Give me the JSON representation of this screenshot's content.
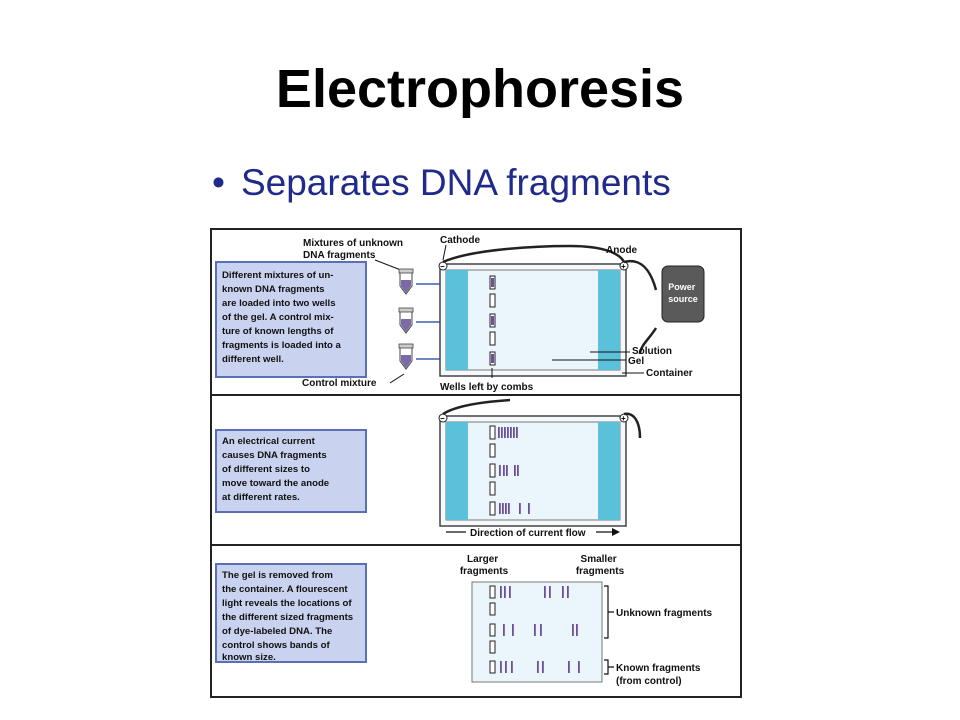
{
  "slide": {
    "title": "Electrophoresis",
    "bullet": "Separates DNA fragments"
  },
  "panel1": {
    "caption": [
      "Different mixtures of un-",
      "known DNA fragments",
      "are loaded into two wells",
      "of the gel. A control mix-",
      "ture of known lengths of",
      "fragments is loaded into a",
      "different well."
    ],
    "label_mixtures": [
      "Mixtures of unknown",
      "DNA fragments"
    ],
    "label_cathode": "Cathode",
    "label_anode": "Anode",
    "label_power": [
      "Power",
      "source"
    ],
    "label_solution": "Solution",
    "label_gel": "Gel",
    "label_container": "Container",
    "label_control": "Control mixture",
    "label_wells": "Wells left by combs",
    "minus": "−",
    "plus": "+"
  },
  "panel2": {
    "caption": [
      "An electrical current",
      "causes DNA fragments",
      "of different sizes to",
      "move toward the anode",
      "at different rates."
    ],
    "label_direction": "Direction of current flow"
  },
  "panel3": {
    "caption": [
      "The gel is removed from",
      "the container. A flourescent",
      "light reveals the locations of",
      "the different sized fragments",
      "of dye-labeled DNA. The",
      "control shows bands of",
      "known size."
    ],
    "label_larger": [
      "Larger",
      "fragments"
    ],
    "label_smaller": [
      "Smaller",
      "fragments"
    ],
    "label_unknown": "Unknown fragments",
    "label_known": [
      "Known fragments",
      "(from control)"
    ]
  },
  "colors": {
    "caption_bg": "#c9d2ee",
    "caption_border": "#5a6fb8",
    "buffer_blue": "#5bc0d9",
    "gel_light": "#eaf6fb",
    "band_purple": "#6d4f9a",
    "arrow_blue": "#3a63b0",
    "bullet_text": "#1f2a8a"
  }
}
